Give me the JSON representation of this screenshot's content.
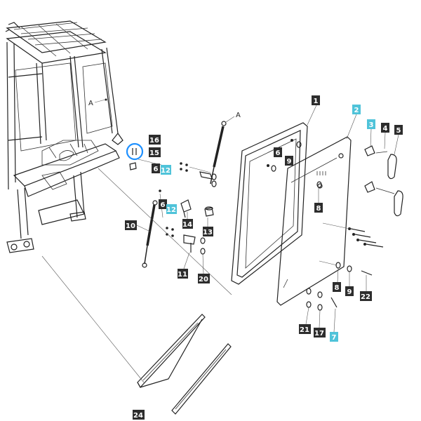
{
  "colors": {
    "tag_dark": "#2d2d2d",
    "tag_highlight": "#4fc3d9",
    "callout_ring": "#1e90ff",
    "tag_text": "#ffffff"
  },
  "reference_labels": {
    "view_a_frame": "A",
    "view_a_strut": "A"
  },
  "callouts": [
    {
      "id": "1",
      "style": "dark"
    },
    {
      "id": "2",
      "style": "highlight"
    },
    {
      "id": "3",
      "style": "highlight"
    },
    {
      "id": "4",
      "style": "dark"
    },
    {
      "id": "5",
      "style": "dark"
    },
    {
      "id": "6",
      "style": "dark"
    },
    {
      "id": "9",
      "style": "dark"
    },
    {
      "id": "16",
      "style": "dark"
    },
    {
      "id": "15",
      "style": "dark"
    },
    {
      "id": "6",
      "style": "dark"
    },
    {
      "id": "12",
      "style": "highlight"
    },
    {
      "id": "8",
      "style": "dark"
    },
    {
      "id": "6",
      "style": "dark"
    },
    {
      "id": "12",
      "style": "highlight"
    },
    {
      "id": "14",
      "style": "dark"
    },
    {
      "id": "13",
      "style": "dark"
    },
    {
      "id": "10",
      "style": "dark"
    },
    {
      "id": "11",
      "style": "dark"
    },
    {
      "id": "20",
      "style": "dark"
    },
    {
      "id": "8",
      "style": "dark"
    },
    {
      "id": "9",
      "style": "dark"
    },
    {
      "id": "22",
      "style": "dark"
    },
    {
      "id": "21",
      "style": "dark"
    },
    {
      "id": "17",
      "style": "dark"
    },
    {
      "id": "7",
      "style": "highlight"
    },
    {
      "id": "24",
      "style": "dark"
    }
  ]
}
